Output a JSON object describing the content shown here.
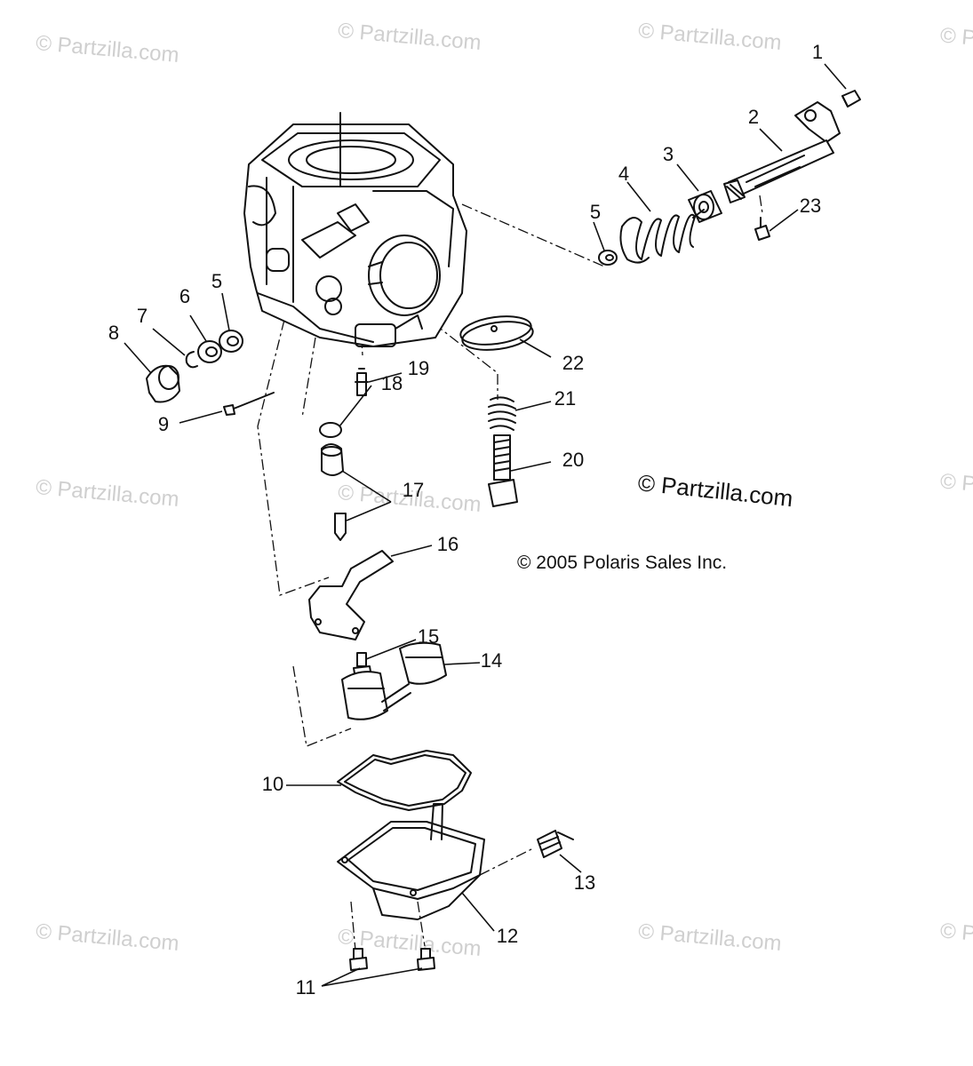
{
  "watermark_text": "© Partzilla.com",
  "watermark_partial": "© P",
  "copyright_partzilla": "© Partzilla.com",
  "copyright_polaris": "© 2005 Polaris Sales Inc.",
  "callouts": {
    "c1": "1",
    "c2": "2",
    "c3": "3",
    "c4": "4",
    "c5a": "5",
    "c5b": "5",
    "c6": "6",
    "c7": "7",
    "c8": "8",
    "c9": "9",
    "c10": "10",
    "c11": "11",
    "c12": "12",
    "c13": "13",
    "c14": "14",
    "c15": "15",
    "c16": "16",
    "c17": "17",
    "c18": "18",
    "c19": "19",
    "c20": "20",
    "c21": "21",
    "c22": "22",
    "c23": "23"
  },
  "colors": {
    "line": "#111111",
    "watermark": "#cfcfcf",
    "background": "#ffffff"
  }
}
